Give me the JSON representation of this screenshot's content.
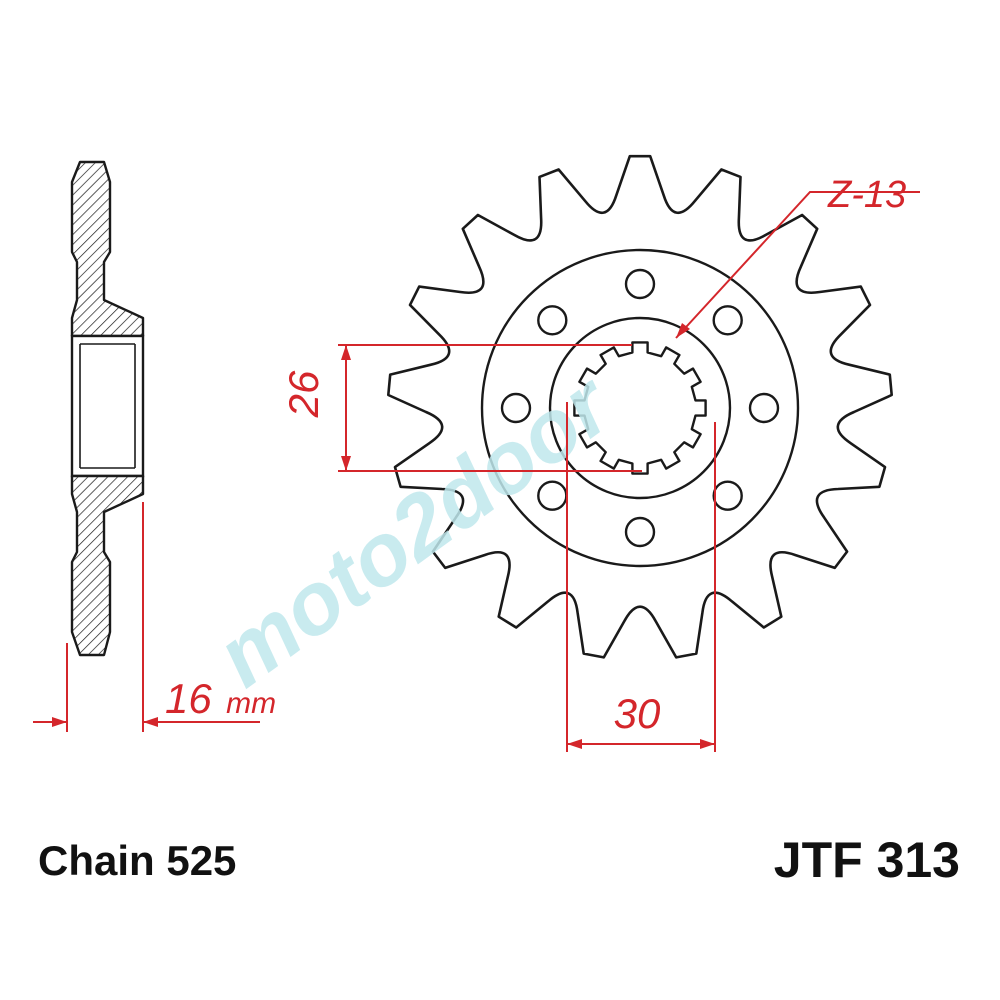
{
  "labels": {
    "chain": "Chain 525",
    "part_number": "JTF 313"
  },
  "dimensions": {
    "teeth": "Z-13",
    "spline_diameter": "26",
    "bolt_offset": "30",
    "thickness_value": "16",
    "thickness_unit": "mm"
  },
  "watermark": {
    "text": "moto2door"
  },
  "colors": {
    "outline": "#1a1a1a",
    "dimension": "#d4262b",
    "fill": "#ffffff",
    "watermark": "#bfe8ec"
  },
  "sprocket": {
    "teeth_count": 17,
    "bolt_holes": 8,
    "spline_teeth": 12
  }
}
